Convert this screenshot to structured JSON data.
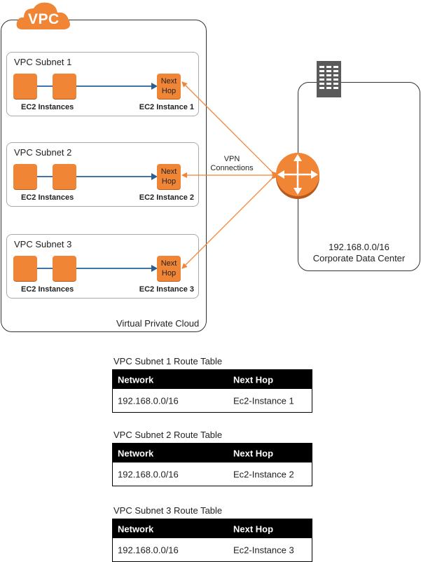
{
  "vpc": {
    "badge": "VPC",
    "caption": "Virtual Private Cloud",
    "subnets": [
      {
        "label": "VPC Subnet 1",
        "instances_label": "EC2 Instances",
        "next_hop_label": "Next Hop",
        "hop_instance_label": "EC2 Instance 1"
      },
      {
        "label": "VPC Subnet 2",
        "instances_label": "EC2 Instances",
        "next_hop_label": "Next Hop",
        "hop_instance_label": "EC2 Instance 2"
      },
      {
        "label": "VPC Subnet 3",
        "instances_label": "EC2 Instances",
        "next_hop_label": "Next Hop",
        "hop_instance_label": "EC2 Instance 3"
      }
    ]
  },
  "connections": {
    "label_line1": "VPN",
    "label_line2": "Connections"
  },
  "data_center": {
    "network": "192.168.0.0/16",
    "name": "Corporate Data Center",
    "icons": [
      "building-icon",
      "router-icon"
    ]
  },
  "route_tables": [
    {
      "title": "VPC Subnet 1 Route Table",
      "headers": [
        "Network",
        "Next Hop"
      ],
      "rows": [
        [
          "192.168.0.0/16",
          "Ec2-Instance 1"
        ]
      ]
    },
    {
      "title": "VPC Subnet 2 Route Table",
      "headers": [
        "Network",
        "Next Hop"
      ],
      "rows": [
        [
          "192.168.0.0/16",
          "Ec2-Instance 2"
        ]
      ]
    },
    {
      "title": "VPC Subnet 3 Route Table",
      "headers": [
        "Network",
        "Next Hop"
      ],
      "rows": [
        [
          "192.168.0.0/16",
          "Ec2-Instance 3"
        ]
      ]
    }
  ],
  "colors": {
    "orange": "#f08536",
    "link_blue": "#3c76a8",
    "building_gray": "#5a5a5a"
  }
}
